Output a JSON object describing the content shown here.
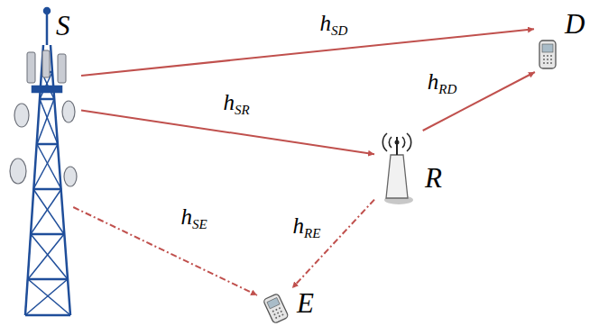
{
  "diagram": {
    "nodes": [
      {
        "text": [
          "S"
        ]
      },
      {
        "text": [
          "D"
        ]
      },
      {
        "text": [
          "R"
        ]
      },
      {
        "text": [
          "E"
        ]
      }
    ],
    "edges": [
      {
        "from": 0,
        "to": 1,
        "label": "hSD",
        "arrow": "to"
      },
      {
        "from": 0,
        "to": 2,
        "label": "hSR",
        "arrow": "to"
      },
      {
        "from": 2,
        "to": 1,
        "label": "hRD",
        "arrow": "to"
      },
      {
        "from": 0,
        "to": 3,
        "label": "hSE",
        "arrow": "to"
      },
      {
        "from": 2,
        "to": 3,
        "label": "hRE",
        "arrow": "to"
      }
    ]
  }
}
